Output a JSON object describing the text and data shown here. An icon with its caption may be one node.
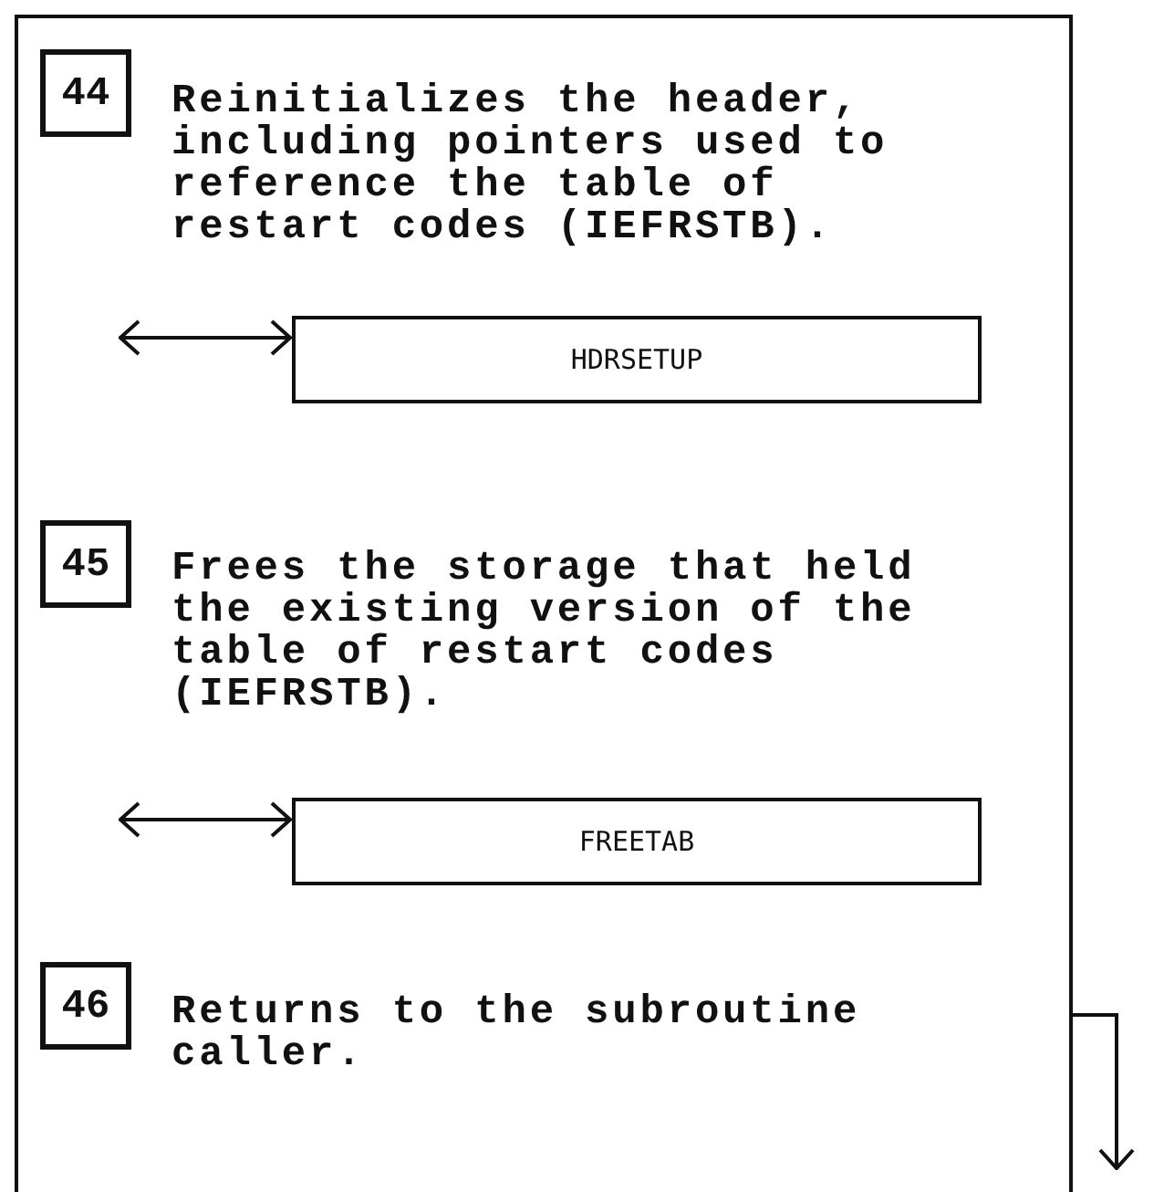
{
  "diagram": {
    "nodes": [
      {
        "text": [],
        "shape": "box"
      },
      {
        "text": [
          "44"
        ],
        "in": 0,
        "beside": [
          "Reinitializes the header, including pointers used to reference the table of restart codes (IEFRSTB)."
        ]
      },
      {
        "text": [
          "HDRSETUP"
        ],
        "in": 0
      },
      {
        "text": [
          "45"
        ],
        "in": 0,
        "beside": [
          "Frees the storage that held the existing version of the table of restart codes (IEFRSTB)."
        ]
      },
      {
        "text": [
          "FREETAB"
        ],
        "in": 0
      },
      {
        "text": [
          "46"
        ],
        "in": 0,
        "beside": [
          "Returns to the subroutine caller."
        ]
      }
    ],
    "edges": [
      {
        "from": null,
        "to": 2,
        "arrow": "both"
      },
      {
        "from": null,
        "to": 4,
        "arrow": "both"
      },
      {
        "from": 0,
        "to": null,
        "arrow": "to"
      }
    ]
  }
}
